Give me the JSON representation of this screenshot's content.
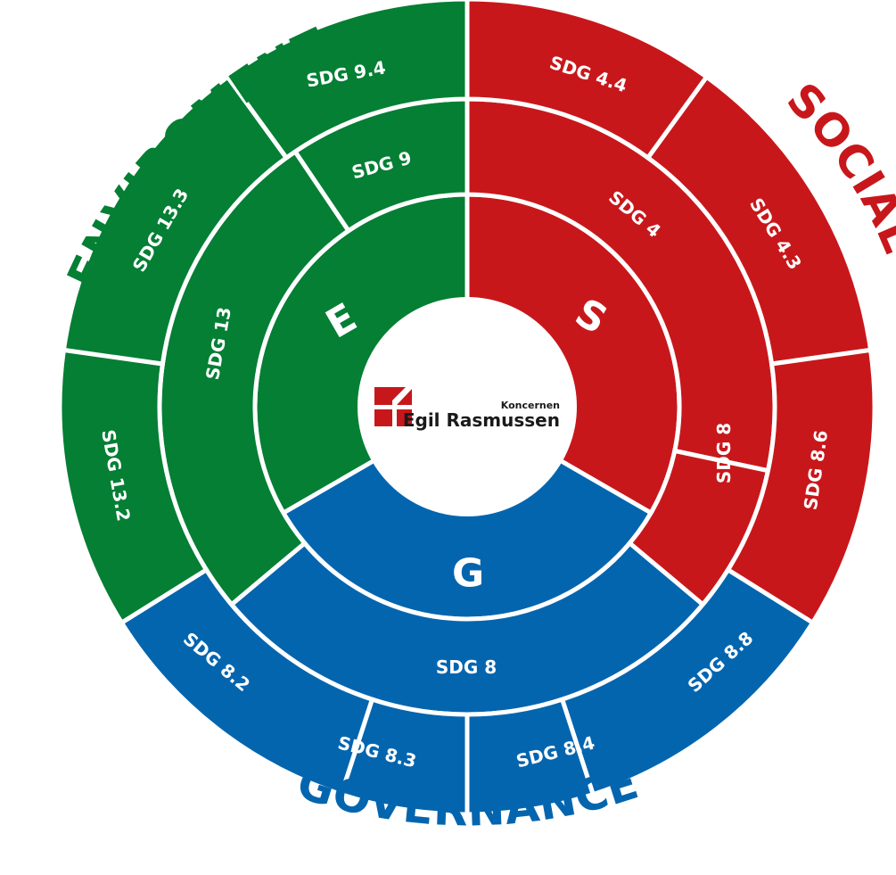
{
  "colors": {
    "environment": "#047F34",
    "social": "#C8171B",
    "governance": "#0465AF",
    "ring_stroke": "#ffffff",
    "center": "#ffffff",
    "logo_red": "#C8171B"
  },
  "logo": {
    "line1": "Koncernen",
    "line2": "Egil Rasmussen"
  },
  "pillars": {
    "environment": {
      "letter": "E",
      "title": "ENVIROMENT"
    },
    "social": {
      "letter": "S",
      "title": "SOCIAL"
    },
    "governance": {
      "letter": "G",
      "title": "GOVERNANCE"
    }
  },
  "goals": {
    "sdg9": "SDG 9",
    "sdg13": "SDG 13",
    "sdg4": "SDG 4",
    "sdg8_social": "SDG 8",
    "sdg8_gov": "SDG 8"
  },
  "targets": {
    "sdg9_4": "SDG 9.4",
    "sdg13_3": "SDG 13.3",
    "sdg13_2": "SDG 13.2",
    "sdg4_4": "SDG 4.4",
    "sdg4_3": "SDG 4.3",
    "sdg8_6": "SDG 8.6",
    "sdg8_8": "SDG 8.8",
    "sdg8_4": "SDG 8.4",
    "sdg8_3": "SDG 8.3",
    "sdg8_2": "SDG 8.2"
  }
}
